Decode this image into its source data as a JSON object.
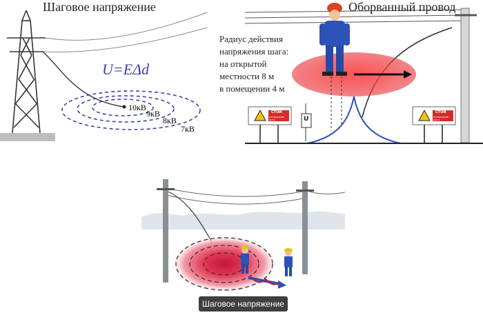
{
  "panel_left": {
    "title": "Шаговое напряжение",
    "formula": "U=EΔd",
    "rings": [
      "10кВ",
      "9кВ",
      "8кВ",
      "7кВ"
    ]
  },
  "panel_right": {
    "title": "Оборванный провод",
    "radius_text": [
      "Радиус действия",
      "напряжения шага:",
      "на открытой",
      "местности 8 м",
      "в помещении 4 м"
    ],
    "sign_label": "СТОЙ",
    "sign_sub": "НАПРЯЖЕНИЕ ШАГА",
    "voltage_marker": "U"
  },
  "caption": "Шаговое напряжение",
  "colors": {
    "danger": "#e8333a",
    "ring_blue": "#3a44a8",
    "worker_blue": "#2d52b8",
    "helmet": "#e0401e"
  }
}
